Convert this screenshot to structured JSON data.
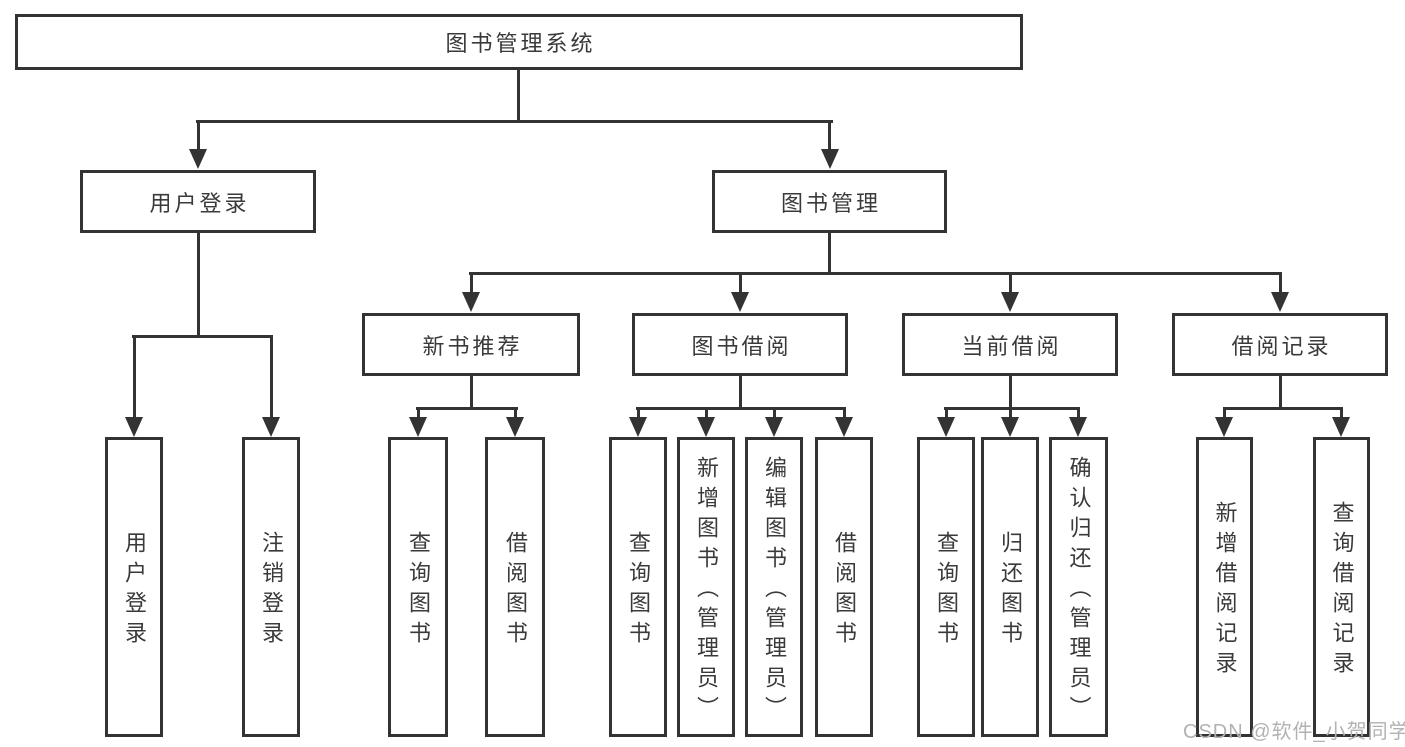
{
  "diagram": {
    "root": "图书管理系统",
    "level2": [
      {
        "label": "用户登录",
        "leaves": [
          "用户登录",
          "注销登录"
        ]
      },
      {
        "label": "图书管理",
        "children": [
          {
            "label": "新书推荐",
            "leaves": [
              "查询图书",
              "借阅图书"
            ]
          },
          {
            "label": "图书借阅",
            "leaves": [
              "查询图书",
              "新增图书（管理员）",
              "编辑图书（管理员）",
              "借阅图书"
            ]
          },
          {
            "label": "当前借阅",
            "leaves": [
              "查询图书",
              "归还图书",
              "确认归还（管理员）"
            ]
          },
          {
            "label": "借阅记录",
            "leaves": [
              "新增借阅记录",
              "查询借阅记录"
            ]
          }
        ]
      }
    ]
  },
  "watermark": {
    "text": "CSDN @软件_小贺同学"
  },
  "colors": {
    "line": "#333333",
    "text": "#3a3a3a",
    "watermark": "#b2b2b2",
    "background": "#ffffff"
  }
}
